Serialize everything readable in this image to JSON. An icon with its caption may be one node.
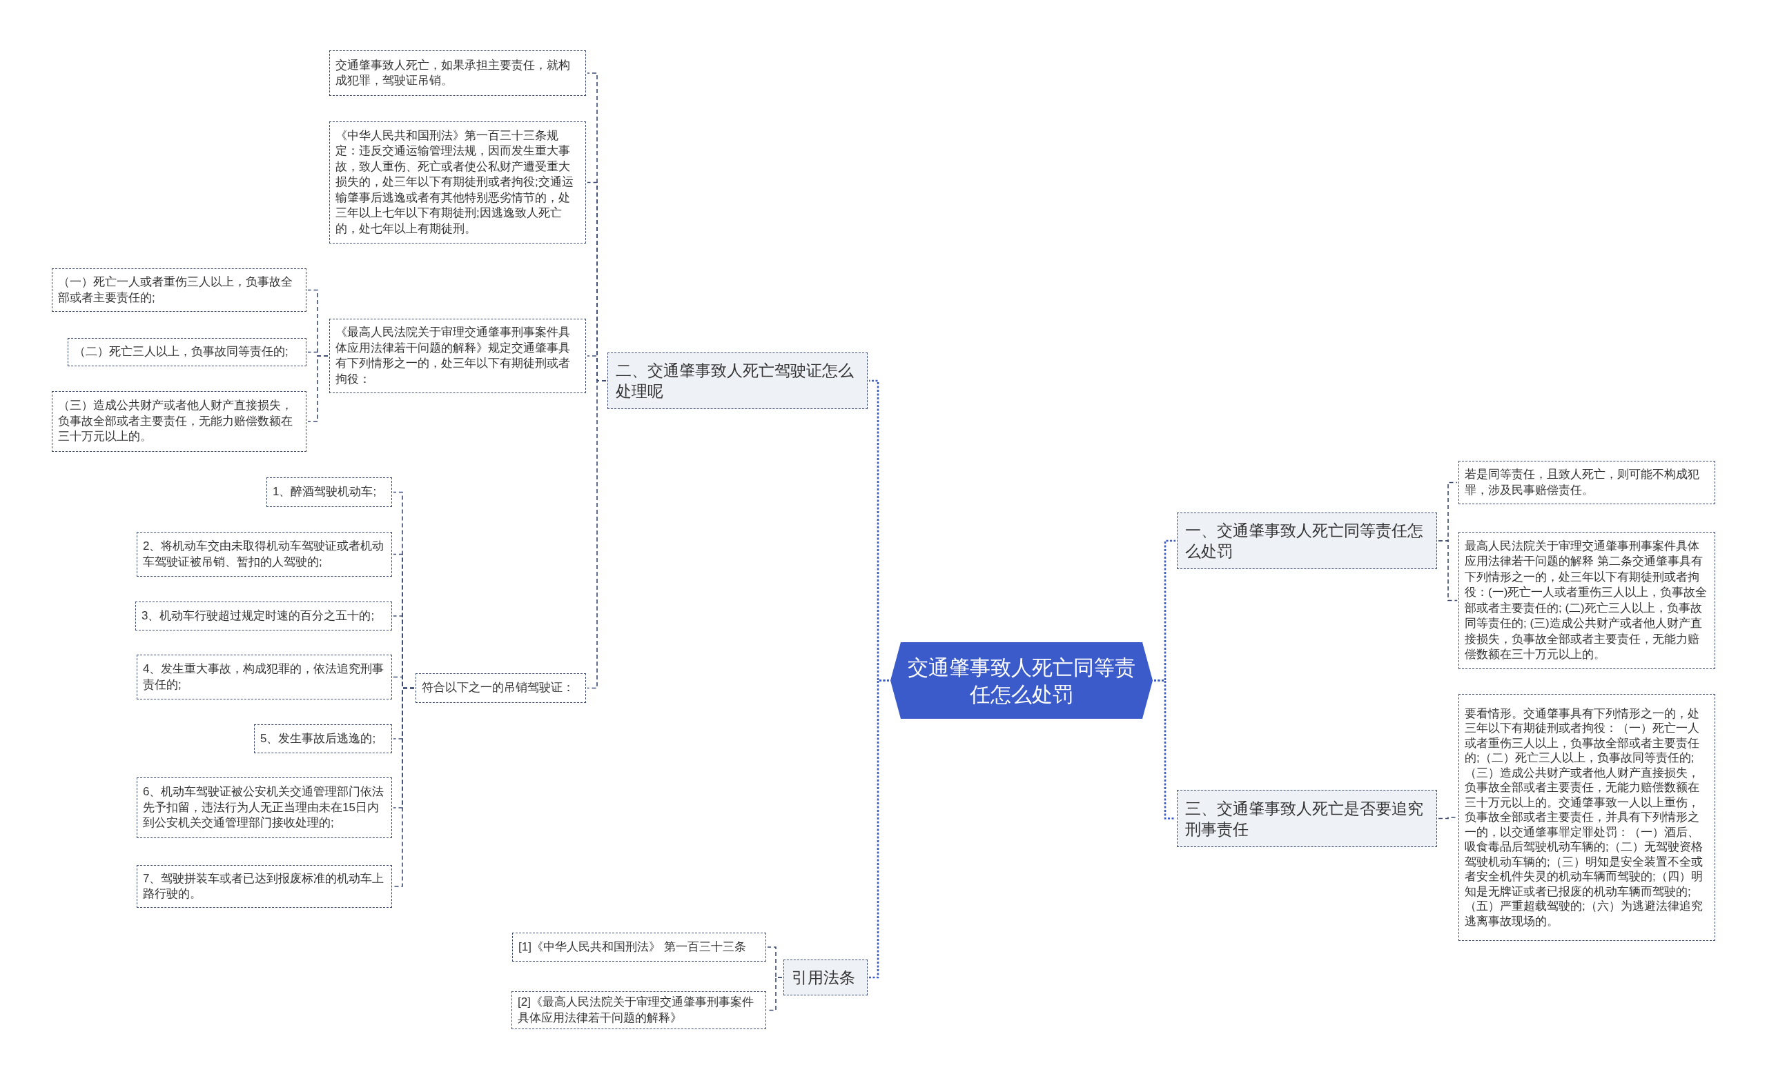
{
  "diagram": {
    "nodes": [
      {
        "text": [
          "交通肇事致人死亡同等责任怎么处罚"
        ]
      },
      {
        "text": [
          "一、交通肇事致人死亡同等责任怎么处罚"
        ]
      },
      {
        "text": [
          "若是同等责任，且致人死亡，则可能不构成犯罪，涉及民事赔偿责任。"
        ]
      },
      {
        "text": [
          "最高人民法院关于审理交通肇事刑事案件具体应用法律若干问题的解释 第二条交通肇事具有下列情形之一的，处三年以下有期徒刑或者拘役：(一)死亡一人或者重伤三人以上，负事故全部或者主要责任的; (二)死亡三人以上，负事故同等责任的; (三)造成公共财产或者他人财产直接损失，负事故全部或者主要责任，无能力赔偿数额在三十万元以上的。"
        ]
      },
      {
        "text": [
          "三、交通肇事致人死亡是否要追究刑事责任"
        ]
      },
      {
        "text": [
          "要看情形。交通肇事具有下列情形之一的，处三年以下有期徒刑或者拘役：（一）死亡一人或者重伤三人以上，负事故全部或者主要责任的;（二）死亡三人以上，负事故同等责任的;（三）造成公共财产或者他人财产直接损失，负事故全部或者主要责任，无能力赔偿数额在三十万元以上的。交通肇事致一人以上重伤，负事故全部或者主要责任，并具有下列情形之一的，以交通肇事罪定罪处罚：（一）酒后、吸食毒品后驾驶机动车辆的;（二）无驾驶资格驾驶机动车辆的;（三）明知是安全装置不全或者安全机件失灵的机动车辆而驾驶的;（四）明知是无牌证或者已报废的机动车辆而驾驶的;（五）严重超载驾驶的;（六）为逃避法律追究逃离事故现场的。"
        ]
      },
      {
        "text": [
          "二、交通肇事致人死亡驾驶证怎么处理呢"
        ]
      },
      {
        "text": [
          "交通肇事致人死亡，如果承担主要责任，就构成犯罪，驾驶证吊销。"
        ]
      },
      {
        "text": [
          "《中华人民共和国刑法》第一百三十三条规定：违反交通运输管理法规，因而发生重大事故，致人重伤、死亡或者使公私财产遭受重大损失的，处三年以下有期徒刑或者拘役;交通运输肇事后逃逸或者有其他特别恶劣情节的，处三年以上七年以下有期徒刑;因逃逸致人死亡的，处七年以上有期徒刑。"
        ]
      },
      {
        "text": [
          "《最高人民法院关于审理交通肇事刑事案件具体应用法律若干问题的解释》规定交通肇事具有下列情形之一的，处三年以下有期徒刑或者拘役："
        ]
      },
      {
        "text": [
          "（一）死亡一人或者重伤三人以上，负事故全部或者主要责任的;"
        ]
      },
      {
        "text": [
          "（二）死亡三人以上，负事故同等责任的;"
        ]
      },
      {
        "text": [
          "（三）造成公共财产或者他人财产直接损失，负事故全部或者主要责任，无能力赔偿数额在三十万元以上的。"
        ]
      },
      {
        "text": [
          "符合以下之一的吊销驾驶证："
        ]
      },
      {
        "text": [
          "1、醉酒驾驶机动车;"
        ]
      },
      {
        "text": [
          "2、将机动车交由未取得机动车驾驶证或者机动车驾驶证被吊销、暂扣的人驾驶的;"
        ]
      },
      {
        "text": [
          "3、机动车行驶超过规定时速的百分之五十的;"
        ]
      },
      {
        "text": [
          "4、发生重大事故，构成犯罪的，依法追究刑事责任的;"
        ]
      },
      {
        "text": [
          "5、发生事故后逃逸的;"
        ]
      },
      {
        "text": [
          "6、机动车驾驶证被公安机关交通管理部门依法先予扣留，违法行为人无正当理由未在15日内到公安机关交通管理部门接收处理的;"
        ]
      },
      {
        "text": [
          "7、驾驶拼装车或者已达到报废标准的机动车上路行驶的。"
        ]
      },
      {
        "text": [
          "引用法条"
        ]
      },
      {
        "text": [
          "[1]《中华人民共和国刑法》 第一百三十三条"
        ]
      },
      {
        "text": [
          "[2]《最高人民法院关于审理交通肇事刑事案件具体应用法律若干问题的解释》"
        ]
      }
    ],
    "edges": [
      {
        "from": 0,
        "to": 1,
        "arrow": "none",
        "color": "#3b5bcb"
      },
      {
        "from": 1,
        "to": 2,
        "arrow": "none"
      },
      {
        "from": 1,
        "to": 3,
        "arrow": "none"
      },
      {
        "from": 0,
        "to": 4,
        "arrow": "none",
        "color": "#3b5bcb"
      },
      {
        "from": 4,
        "to": 5,
        "arrow": "none"
      },
      {
        "from": 0,
        "to": 6,
        "arrow": "none",
        "color": "#3b5bcb"
      },
      {
        "from": 6,
        "to": 7,
        "arrow": "none"
      },
      {
        "from": 6,
        "to": 8,
        "arrow": "none"
      },
      {
        "from": 6,
        "to": 9,
        "arrow": "none"
      },
      {
        "from": 9,
        "to": 10,
        "arrow": "none"
      },
      {
        "from": 9,
        "to": 11,
        "arrow": "none"
      },
      {
        "from": 9,
        "to": 12,
        "arrow": "none"
      },
      {
        "from": 6,
        "to": 13,
        "arrow": "none"
      },
      {
        "from": 13,
        "to": 14,
        "arrow": "none"
      },
      {
        "from": 13,
        "to": 15,
        "arrow": "none"
      },
      {
        "from": 13,
        "to": 16,
        "arrow": "none"
      },
      {
        "from": 13,
        "to": 17,
        "arrow": "none"
      },
      {
        "from": 13,
        "to": 18,
        "arrow": "none"
      },
      {
        "from": 13,
        "to": 19,
        "arrow": "none"
      },
      {
        "from": 13,
        "to": 20,
        "arrow": "none"
      },
      {
        "from": 0,
        "to": 21,
        "arrow": "none",
        "color": "#3b5bcb"
      },
      {
        "from": 21,
        "to": 22,
        "arrow": "none"
      },
      {
        "from": 21,
        "to": 23,
        "arrow": "none"
      }
    ]
  }
}
